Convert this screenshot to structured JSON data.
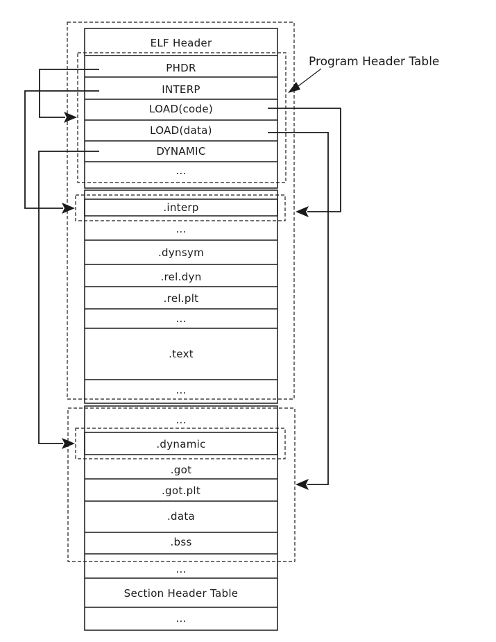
{
  "colors": {
    "line": "#1a1a1a",
    "text": "#1a1a1a",
    "background": "#ffffff"
  },
  "annotation": {
    "program_header_table_label": "Program Header Table"
  },
  "layout": {
    "header_block": {
      "title": "ELF Header",
      "program_header_table": {
        "entries": [
          "PHDR",
          "INTERP",
          "LOAD(code)",
          "LOAD(data)",
          "DYNAMIC",
          "..."
        ]
      }
    },
    "code_segment_sections": [
      ".interp",
      "...",
      ".dynsym",
      ".rel.dyn",
      ".rel.plt",
      "...",
      ".text",
      "..."
    ],
    "data_segment_sections": [
      "...",
      ".dynamic",
      ".got",
      ".got.plt",
      ".data",
      ".bss"
    ],
    "tail_rows": [
      "...",
      "Section Header Table",
      "..."
    ]
  },
  "connections": [
    {
      "from": "PHDR",
      "to": "Program Header Table box"
    },
    {
      "from": "INTERP",
      "to": ".interp"
    },
    {
      "from": "DYNAMIC",
      "to": ".dynamic"
    },
    {
      "from": "LOAD(code)",
      "to": "code segment dashed box"
    },
    {
      "from": "LOAD(data)",
      "to": "data segment dashed box"
    },
    {
      "from": "Program Header Table label",
      "to": "Program Header Table box"
    }
  ]
}
